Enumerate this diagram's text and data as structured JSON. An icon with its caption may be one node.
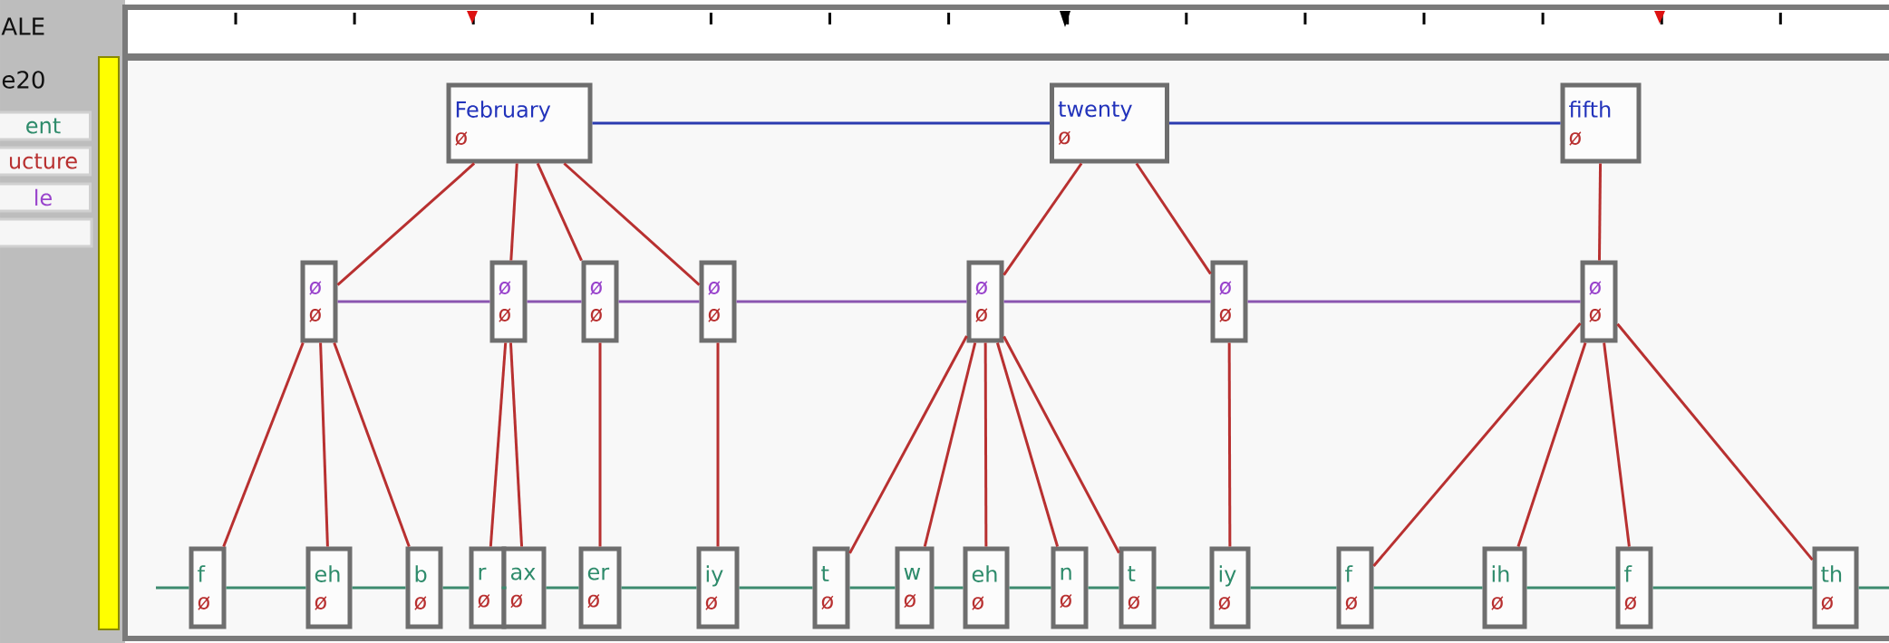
{
  "diagram": {
    "nodes": [
      {
        "text": [
          "February",
          "ø"
        ]
      },
      {
        "text": [
          "twenty",
          "ø"
        ]
      },
      {
        "text": [
          "fifth",
          "ø"
        ]
      },
      {
        "text": [
          "ø",
          "ø"
        ]
      },
      {
        "text": [
          "ø",
          "ø"
        ]
      },
      {
        "text": [
          "ø",
          "ø"
        ]
      },
      {
        "text": [
          "ø",
          "ø"
        ]
      },
      {
        "text": [
          "ø",
          "ø"
        ]
      },
      {
        "text": [
          "ø",
          "ø"
        ]
      },
      {
        "text": [
          "ø",
          "ø"
        ]
      },
      {
        "text": [
          "f",
          "ø"
        ]
      },
      {
        "text": [
          "eh",
          "ø"
        ]
      },
      {
        "text": [
          "b",
          "ø"
        ]
      },
      {
        "text": [
          "r",
          "ø"
        ]
      },
      {
        "text": [
          "ax",
          "ø"
        ]
      },
      {
        "text": [
          "er",
          "ø"
        ]
      },
      {
        "text": [
          "iy",
          "ø"
        ]
      },
      {
        "text": [
          "t",
          "ø"
        ]
      },
      {
        "text": [
          "w",
          "ø"
        ]
      },
      {
        "text": [
          "eh",
          "ø"
        ]
      },
      {
        "text": [
          "n",
          "ø"
        ]
      },
      {
        "text": [
          "t",
          "ø"
        ]
      },
      {
        "text": [
          "iy",
          "ø"
        ]
      },
      {
        "text": [
          "f",
          "ø"
        ]
      },
      {
        "text": [
          "ih",
          "ø"
        ]
      },
      {
        "text": [
          "f",
          "ø"
        ]
      },
      {
        "text": [
          "th",
          "ø"
        ]
      }
    ],
    "edges": [
      {
        "from": 0,
        "to": 1,
        "arrow": "none",
        "color": "#2b3bb0"
      },
      {
        "from": 1,
        "to": 2,
        "arrow": "none",
        "color": "#2b3bb0"
      },
      {
        "from": 3,
        "to": 4,
        "arrow": "none",
        "color": "#8a55b0"
      },
      {
        "from": 4,
        "to": 5,
        "arrow": "none",
        "color": "#8a55b0"
      },
      {
        "from": 5,
        "to": 6,
        "arrow": "none",
        "color": "#8a55b0"
      },
      {
        "from": 6,
        "to": 7,
        "arrow": "none",
        "color": "#8a55b0"
      },
      {
        "from": 7,
        "to": 8,
        "arrow": "none",
        "color": "#8a55b0"
      },
      {
        "from": 8,
        "to": 9,
        "arrow": "none",
        "color": "#8a55b0"
      },
      {
        "from": null,
        "to": 10,
        "arrow": "none",
        "color": "#3c8a6e"
      },
      {
        "from": 10,
        "to": 11,
        "arrow": "none",
        "color": "#3c8a6e"
      },
      {
        "from": 11,
        "to": 12,
        "arrow": "none",
        "color": "#3c8a6e"
      },
      {
        "from": 12,
        "to": 13,
        "arrow": "none",
        "color": "#3c8a6e"
      },
      {
        "from": 13,
        "to": 14,
        "arrow": "none",
        "color": "#3c8a6e"
      },
      {
        "from": 14,
        "to": 15,
        "arrow": "none",
        "color": "#3c8a6e"
      },
      {
        "from": 15,
        "to": 16,
        "arrow": "none",
        "color": "#3c8a6e"
      },
      {
        "from": 16,
        "to": 17,
        "arrow": "none",
        "color": "#3c8a6e"
      },
      {
        "from": 17,
        "to": 18,
        "arrow": "none",
        "color": "#3c8a6e"
      },
      {
        "from": 18,
        "to": 19,
        "arrow": "none",
        "color": "#3c8a6e"
      },
      {
        "from": 19,
        "to": 20,
        "arrow": "none",
        "color": "#3c8a6e"
      },
      {
        "from": 20,
        "to": 21,
        "arrow": "none",
        "color": "#3c8a6e"
      },
      {
        "from": 21,
        "to": 22,
        "arrow": "none",
        "color": "#3c8a6e"
      },
      {
        "from": 22,
        "to": 23,
        "arrow": "none",
        "color": "#3c8a6e"
      },
      {
        "from": 23,
        "to": 24,
        "arrow": "none",
        "color": "#3c8a6e"
      },
      {
        "from": 24,
        "to": 25,
        "arrow": "none",
        "color": "#3c8a6e"
      },
      {
        "from": 25,
        "to": 26,
        "arrow": "none",
        "color": "#3c8a6e"
      },
      {
        "from": 26,
        "to": null,
        "arrow": "none",
        "color": "#3c8a6e"
      },
      {
        "from": 0,
        "to": 3,
        "arrow": "none"
      },
      {
        "from": 0,
        "to": 4,
        "arrow": "none"
      },
      {
        "from": 0,
        "to": 5,
        "arrow": "none"
      },
      {
        "from": 0,
        "to": 6,
        "arrow": "none"
      },
      {
        "from": 1,
        "to": 7,
        "arrow": "none"
      },
      {
        "from": 1,
        "to": 8,
        "arrow": "none"
      },
      {
        "from": 2,
        "to": 9,
        "arrow": "none"
      },
      {
        "from": 3,
        "to": 10,
        "arrow": "none"
      },
      {
        "from": 3,
        "to": 11,
        "arrow": "none"
      },
      {
        "from": 3,
        "to": 12,
        "arrow": "none"
      },
      {
        "from": 4,
        "to": 13,
        "arrow": "none"
      },
      {
        "from": 4,
        "to": 14,
        "arrow": "none"
      },
      {
        "from": 5,
        "to": 15,
        "arrow": "none"
      },
      {
        "from": 6,
        "to": 16,
        "arrow": "none"
      },
      {
        "from": 7,
        "to": 17,
        "arrow": "none"
      },
      {
        "from": 7,
        "to": 18,
        "arrow": "none"
      },
      {
        "from": 7,
        "to": 19,
        "arrow": "none"
      },
      {
        "from": 7,
        "to": 20,
        "arrow": "none"
      },
      {
        "from": 7,
        "to": 21,
        "arrow": "none"
      },
      {
        "from": 8,
        "to": 22,
        "arrow": "none"
      },
      {
        "from": 9,
        "to": 23,
        "arrow": "none"
      },
      {
        "from": 9,
        "to": 24,
        "arrow": "none"
      },
      {
        "from": 9,
        "to": 25,
        "arrow": "none"
      },
      {
        "from": 9,
        "to": 26,
        "arrow": "none"
      }
    ],
    "labels": [
      "ALE",
      "e20",
      "ent",
      "ucture",
      "le"
    ]
  }
}
